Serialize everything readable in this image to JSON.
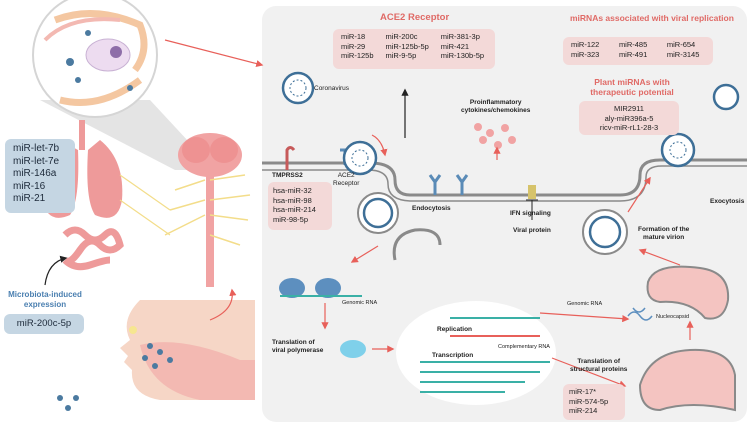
{
  "ace2_box": {
    "title": "ACE2 Receptor",
    "mirnas": [
      "miR-18",
      "miR-200c",
      "miR-381-3p",
      "miR-29",
      "miR-125b-5p",
      "miR-421",
      "miR-125b",
      "miR-9-5p",
      "miR-130b-5p"
    ]
  },
  "replication_box": {
    "title": "miRNAs associated with viral replication",
    "mirnas": [
      "miR-122",
      "miR-485",
      "miR-654",
      "miR-323",
      "miR-491",
      "miR-3145"
    ]
  },
  "plant_box": {
    "title_line1": "Plant miRNAs with",
    "title_line2": "therapeutic potential",
    "mirnas": [
      "MIR2911",
      "aly-miR396a-5",
      "ricv-miR-rL1-28-3"
    ]
  },
  "lung_box": {
    "mirnas": [
      "miR-let-7b",
      "miR-let-7e",
      "miR-146a",
      "miR-16",
      "miR-21"
    ]
  },
  "microbiota": {
    "title_line1": "Microbiota-induced",
    "title_line2": "expression",
    "mirna": "miR-200c-5p"
  },
  "tmprss2_box": {
    "mirnas": [
      "hsa-miR-32",
      "hsa-miR-98",
      "hsa-miR-214",
      "miR-98-5p"
    ]
  },
  "structural_box": {
    "mirnas": [
      "miR-17*",
      "miR-574-5p",
      "miR-214"
    ]
  },
  "labels": {
    "coronavirus": "Coronavirus",
    "tmprss2": "TMPRSS2",
    "ace2_receptor_1": "ACE2",
    "ace2_receptor_2": "Receptor",
    "proinflammatory_1": "Proinflammatory",
    "proinflammatory_2": "cytokines/chemokines",
    "ifn_signaling": "IFN signaling",
    "viral_protein": "Viral protein",
    "endocytosis": "Endocytosis",
    "exocytosis": "Exocytosis",
    "formation_1": "Formation of the",
    "formation_2": "mature virion",
    "genomic_rna_left": "Genomic RNA",
    "genomic_rna_mid": "Genomic RNA",
    "nucleocapsid": "Nucleocapsid",
    "replication": "Replication",
    "complementary_rna": "Complementary RNA",
    "transcription": "Transcription",
    "translation_poly_1": "Translation of",
    "translation_poly_2": "viral polymerase",
    "translation_struct_1": "Translation of",
    "translation_struct_2": "structural proteins"
  },
  "colors": {
    "panel": "#f1f1f1",
    "pink_box": "#f3d9d8",
    "blue_box": "#c5d6e3",
    "title_red": "#e06a66",
    "arrow_red": "#e8605a",
    "virus_blue": "#3e6f97",
    "membrane": "#8a8a8a",
    "organ_pink": "#ee9a9a"
  }
}
